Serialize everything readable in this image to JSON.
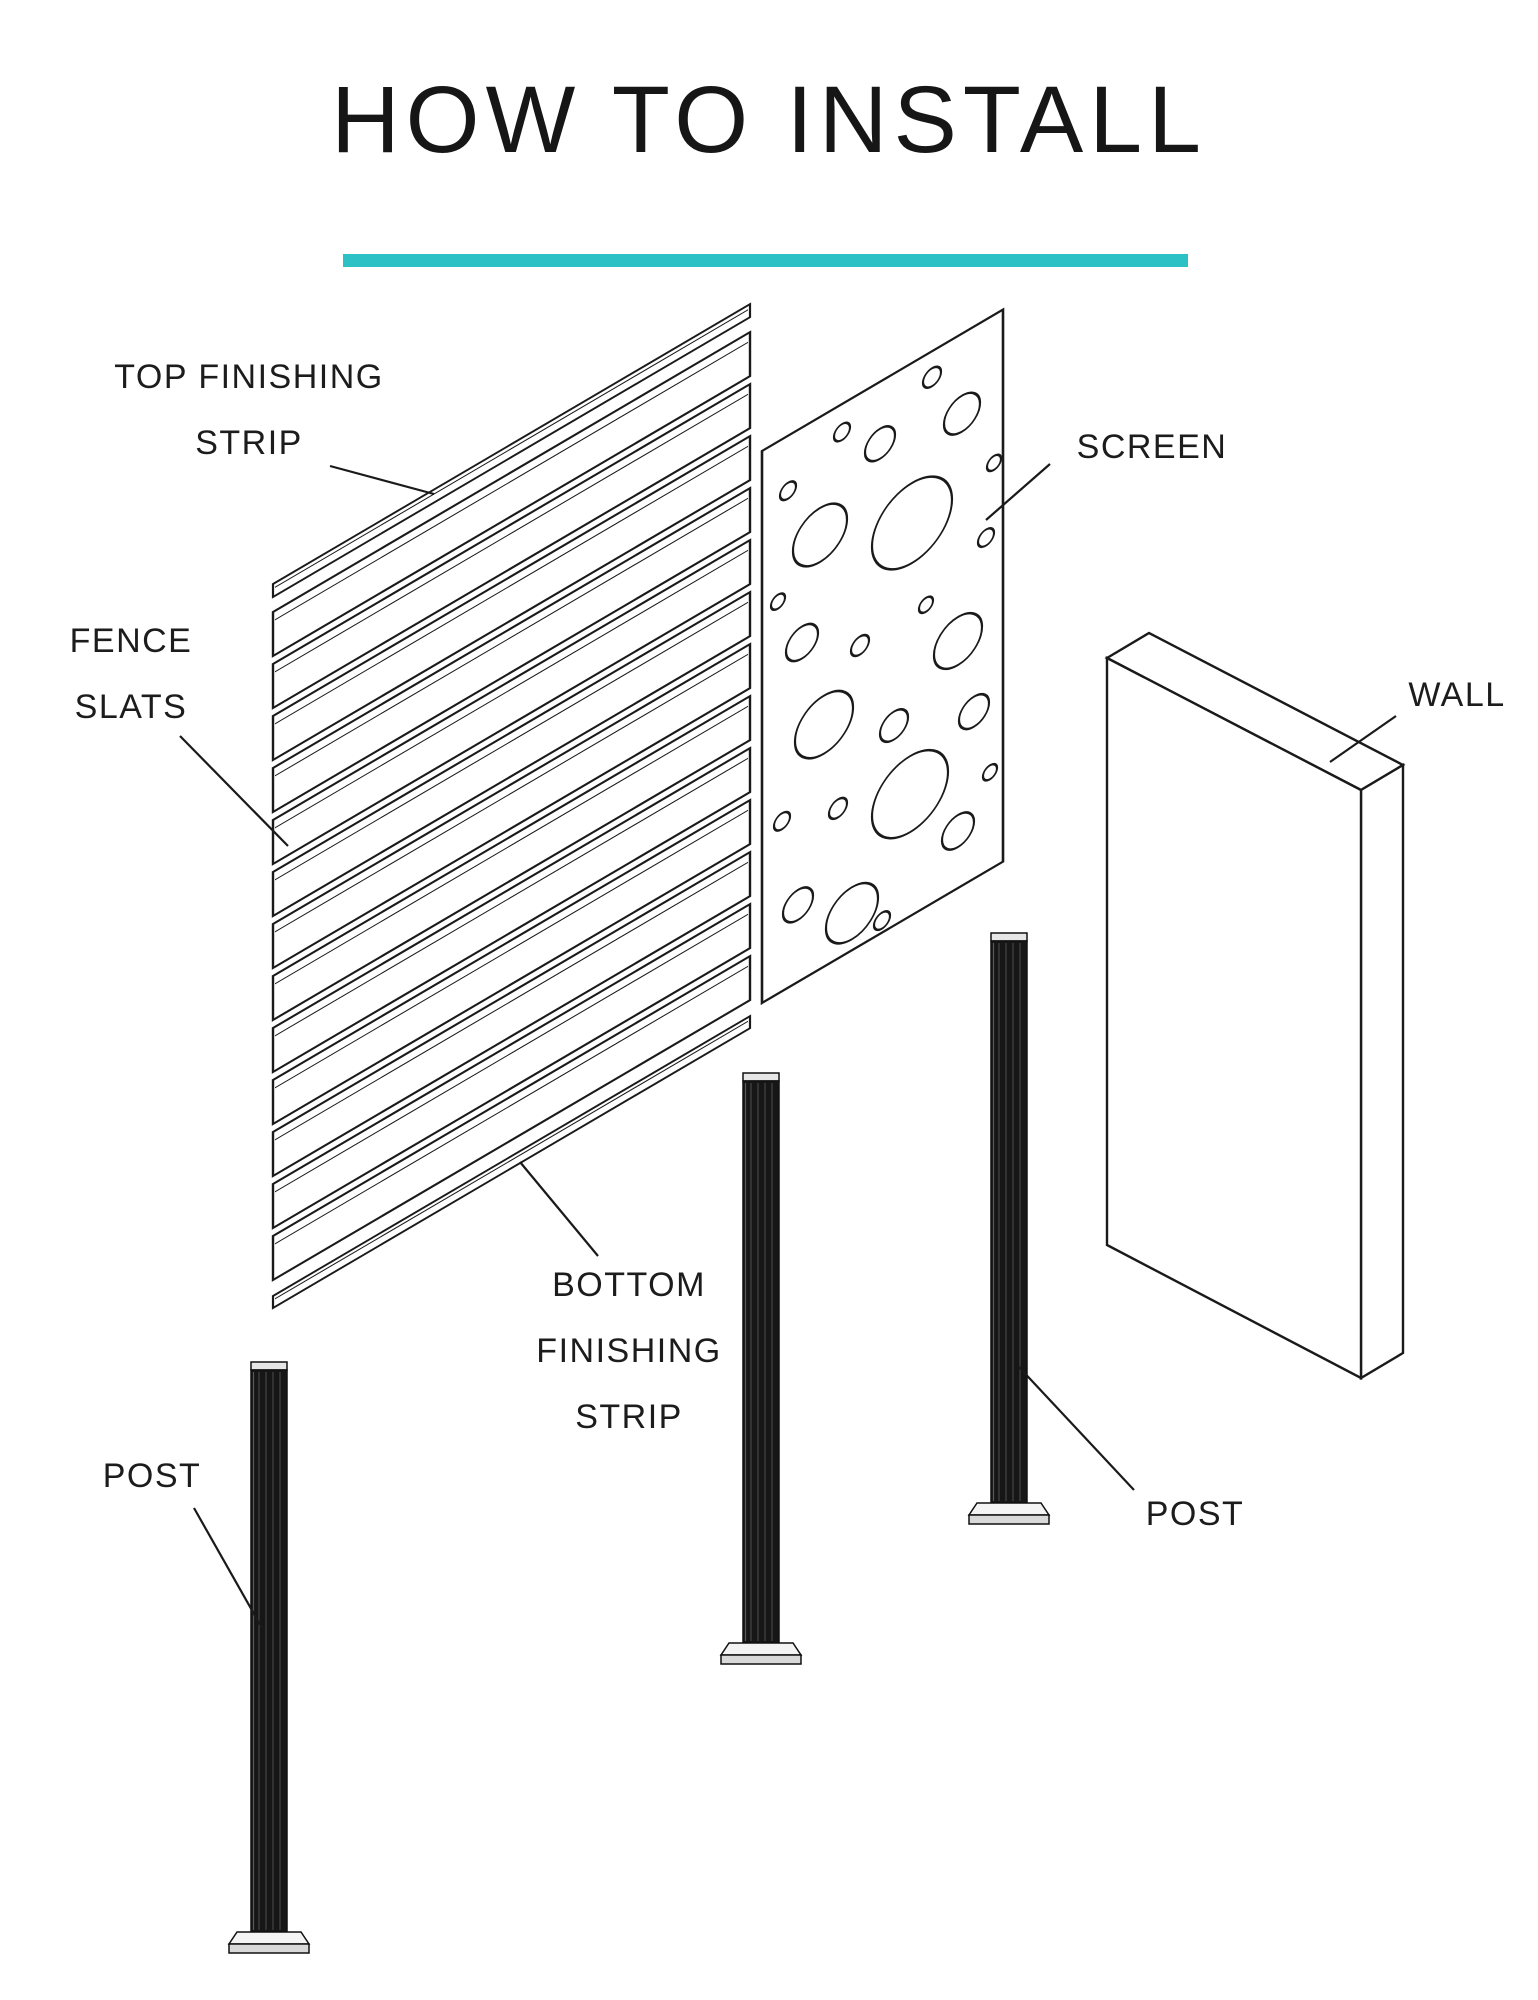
{
  "title": "HOW TO INSTALL",
  "accent_color": "#2bc1c5",
  "ink_color": "#1a1a1a",
  "labels": {
    "top_finishing_strip": {
      "line1": "TOP FINISHING",
      "line2": "STRIP"
    },
    "fence_slats": {
      "line1": "FENCE",
      "line2": "SLATS"
    },
    "screen": "SCREEN",
    "wall": "WALL",
    "bottom_finishing_strip": {
      "line1": "BOTTOM",
      "line2": "FINISHING",
      "line3": "STRIP"
    },
    "post_left": "POST",
    "post_right": "POST"
  },
  "diagram": {
    "parts": [
      "top finishing strip",
      "fence slats",
      "screen",
      "wall",
      "bottom finishing strip",
      "post",
      "post"
    ],
    "slat_count": 13
  }
}
